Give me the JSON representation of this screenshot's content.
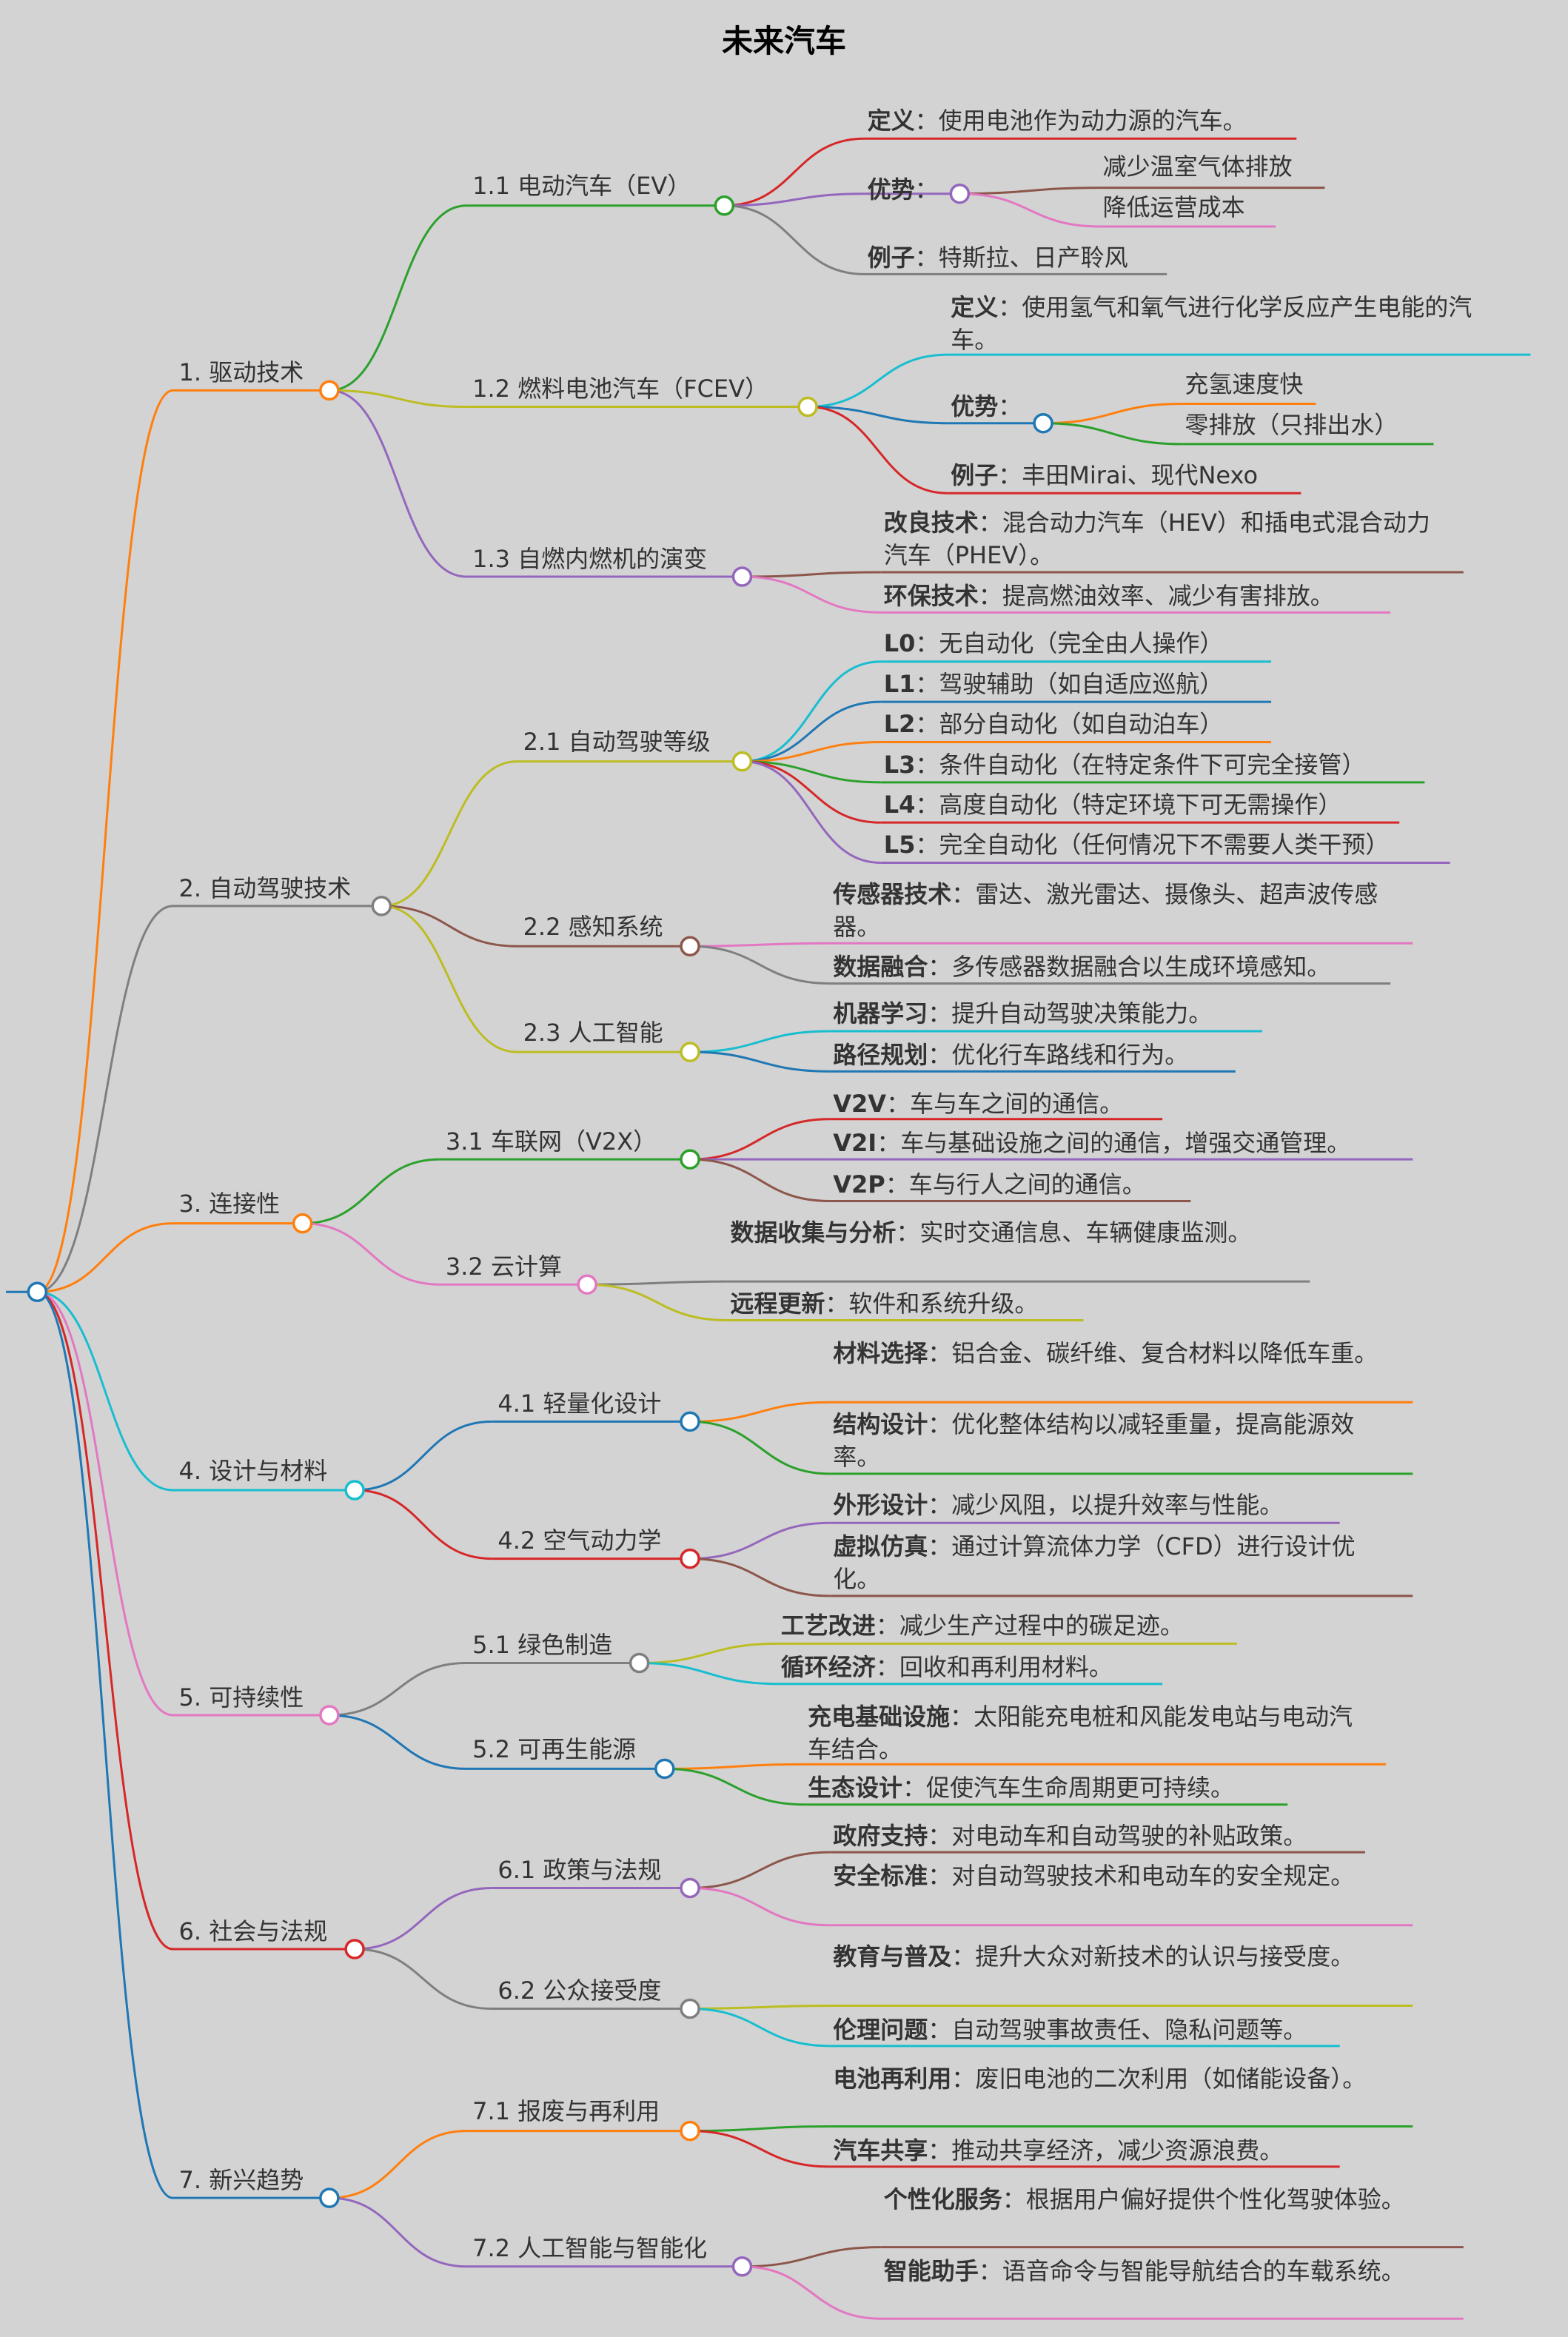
{
  "title": "未来汽车",
  "nodes": [
    {
      "label": "1. 驱动技术",
      "color": "#ff7f0e",
      "children": [
        {
          "label": "1.1 电动汽车（EV）",
          "color": "#2ca02c",
          "items": [
            {
              "key": "定义",
              "text": "：使用电池作为动力源的汽车。",
              "color": "#d62728"
            },
            {
              "key": "优势",
              "text": "：",
              "color": "#9467bd",
              "subs": [
                {
                  "text": "减少温室气体排放",
                  "color": "#8c564b"
                },
                {
                  "text": "降低运营成本",
                  "color": "#e377c2"
                }
              ]
            },
            {
              "key": "例子",
              "text": "：特斯拉、日产聆风",
              "color": "#7f7f7f"
            }
          ]
        },
        {
          "label": "1.2 燃料电池汽车（FCEV）",
          "color": "#bcbd22",
          "items": [
            {
              "key": "定义",
              "text": "：使用氢气和氧气进行化学反应产生电能的汽车。",
              "color": "#17becf"
            },
            {
              "key": "优势",
              "text": "：",
              "color": "#1f77b4",
              "subs": [
                {
                  "text": "充氢速度快",
                  "color": "#ff7f0e"
                },
                {
                  "text": "零排放（只排出水）",
                  "color": "#2ca02c"
                }
              ]
            },
            {
              "key": "例子",
              "text": "：丰田Mirai、现代Nexo",
              "color": "#d62728"
            }
          ]
        },
        {
          "label": "1.3 自燃内燃机的演变",
          "color": "#9467bd",
          "items": [
            {
              "key": "改良技术",
              "text": "：混合动力汽车（HEV）和插电式混合动力汽车（PHEV）。",
              "color": "#8c564b"
            },
            {
              "key": "环保技术",
              "text": "：提高燃油效率、减少有害排放。",
              "color": "#e377c2"
            }
          ]
        }
      ]
    },
    {
      "label": "2. 自动驾驶技术",
      "color": "#7f7f7f",
      "children": [
        {
          "label": "2.1 自动驾驶等级",
          "color": "#bcbd22",
          "items": [
            {
              "key": "L0",
              "text": "：无自动化（完全由人操作）",
              "color": "#17becf"
            },
            {
              "key": "L1",
              "text": "：驾驶辅助（如自适应巡航）",
              "color": "#1f77b4"
            },
            {
              "key": "L2",
              "text": "：部分自动化（如自动泊车）",
              "color": "#ff7f0e"
            },
            {
              "key": "L3",
              "text": "：条件自动化（在特定条件下可完全接管）",
              "color": "#2ca02c"
            },
            {
              "key": "L4",
              "text": "：高度自动化（特定环境下可无需操作）",
              "color": "#d62728"
            },
            {
              "key": "L5",
              "text": "：完全自动化（任何情况下不需要人类干预）",
              "color": "#9467bd"
            }
          ]
        },
        {
          "label": "2.2 感知系统",
          "color": "#8c564b",
          "items": [
            {
              "key": "传感器技术",
              "text": "：雷达、激光雷达、摄像头、超声波传感器。",
              "color": "#e377c2"
            },
            {
              "key": "数据融合",
              "text": "：多传感器数据融合以生成环境感知。",
              "color": "#7f7f7f"
            }
          ]
        },
        {
          "label": "2.3 人工智能",
          "color": "#bcbd22",
          "items": [
            {
              "key": "机器学习",
              "text": "：提升自动驾驶决策能力。",
              "color": "#17becf"
            },
            {
              "key": "路径规划",
              "text": "：优化行车路线和行为。",
              "color": "#1f77b4"
            }
          ]
        }
      ]
    },
    {
      "label": "3. 连接性",
      "color": "#ff7f0e",
      "children": [
        {
          "label": "3.1 车联网（V2X）",
          "color": "#2ca02c",
          "items": [
            {
              "key": "V2V",
              "text": "：车与车之间的通信。",
              "color": "#d62728"
            },
            {
              "key": "V2I",
              "text": "：车与基础设施之间的通信，增强交通管理。",
              "color": "#9467bd"
            },
            {
              "key": "V2P",
              "text": "：车与行人之间的通信。",
              "color": "#8c564b"
            }
          ]
        },
        {
          "label": "3.2 云计算",
          "color": "#e377c2",
          "items": [
            {
              "key": "数据收集与分析",
              "text": "：实时交通信息、车辆健康监测。",
              "color": "#7f7f7f"
            },
            {
              "key": "远程更新",
              "text": "：软件和系统升级。",
              "color": "#bcbd22"
            }
          ]
        }
      ]
    },
    {
      "label": "4. 设计与材料",
      "color": "#17becf",
      "children": [
        {
          "label": "4.1 轻量化设计",
          "color": "#1f77b4",
          "items": [
            {
              "key": "材料选择",
              "text": "：铝合金、碳纤维、复合材料以降低车重。",
              "color": "#ff7f0e"
            },
            {
              "key": "结构设计",
              "text": "：优化整体结构以减轻重量，提高能源效率。",
              "color": "#2ca02c"
            }
          ]
        },
        {
          "label": "4.2 空气动力学",
          "color": "#d62728",
          "items": [
            {
              "key": "外形设计",
              "text": "：减少风阻，以提升效率与性能。",
              "color": "#9467bd"
            },
            {
              "key": "虚拟仿真",
              "text": "：通过计算流体力学（CFD）进行设计优化。",
              "color": "#8c564b"
            }
          ]
        }
      ]
    },
    {
      "label": "5. 可持续性",
      "color": "#e377c2",
      "children": [
        {
          "label": "5.1 绿色制造",
          "color": "#7f7f7f",
          "items": [
            {
              "key": "工艺改进",
              "text": "：减少生产过程中的碳足迹。",
              "color": "#bcbd22"
            },
            {
              "key": "循环经济",
              "text": "：回收和再利用材料。",
              "color": "#17becf"
            }
          ]
        },
        {
          "label": "5.2 可再生能源",
          "color": "#1f77b4",
          "items": [
            {
              "key": "充电基础设施",
              "text": "：太阳能充电桩和风能发电站与电动汽车结合。",
              "color": "#ff7f0e"
            },
            {
              "key": "生态设计",
              "text": "：促使汽车生命周期更可持续。",
              "color": "#2ca02c"
            }
          ]
        }
      ]
    },
    {
      "label": "6. 社会与法规",
      "color": "#d62728",
      "children": [
        {
          "label": "6.1 政策与法规",
          "color": "#9467bd",
          "items": [
            {
              "key": "政府支持",
              "text": "：对电动车和自动驾驶的补贴政策。",
              "color": "#8c564b"
            },
            {
              "key": "安全标准",
              "text": "：对自动驾驶技术和电动车的安全规定。",
              "color": "#e377c2"
            }
          ]
        },
        {
          "label": "6.2 公众接受度",
          "color": "#7f7f7f",
          "items": [
            {
              "key": "教育与普及",
              "text": "：提升大众对新技术的认识与接受度。",
              "color": "#bcbd22"
            },
            {
              "key": "伦理问题",
              "text": "：自动驾驶事故责任、隐私问题等。",
              "color": "#17becf"
            }
          ]
        }
      ]
    },
    {
      "label": "7. 新兴趋势",
      "color": "#1f77b4",
      "children": [
        {
          "label": "7.1 报废与再利用",
          "color": "#ff7f0e",
          "items": [
            {
              "key": "电池再利用",
              "text": "：废旧电池的二次利用（如储能设备）。",
              "color": "#2ca02c"
            },
            {
              "key": "汽车共享",
              "text": "：推动共享经济，减少资源浪费。",
              "color": "#d62728"
            }
          ]
        },
        {
          "label": "7.2 人工智能与智能化",
          "color": "#9467bd",
          "items": [
            {
              "key": "个性化服务",
              "text": "：根据用户偏好提供个性化驾驶体验。",
              "color": "#8c564b"
            },
            {
              "key": "智能助手",
              "text": "：语音命令与智能导航结合的车载系统。",
              "color": "#e377c2"
            }
          ]
        }
      ]
    }
  ]
}
